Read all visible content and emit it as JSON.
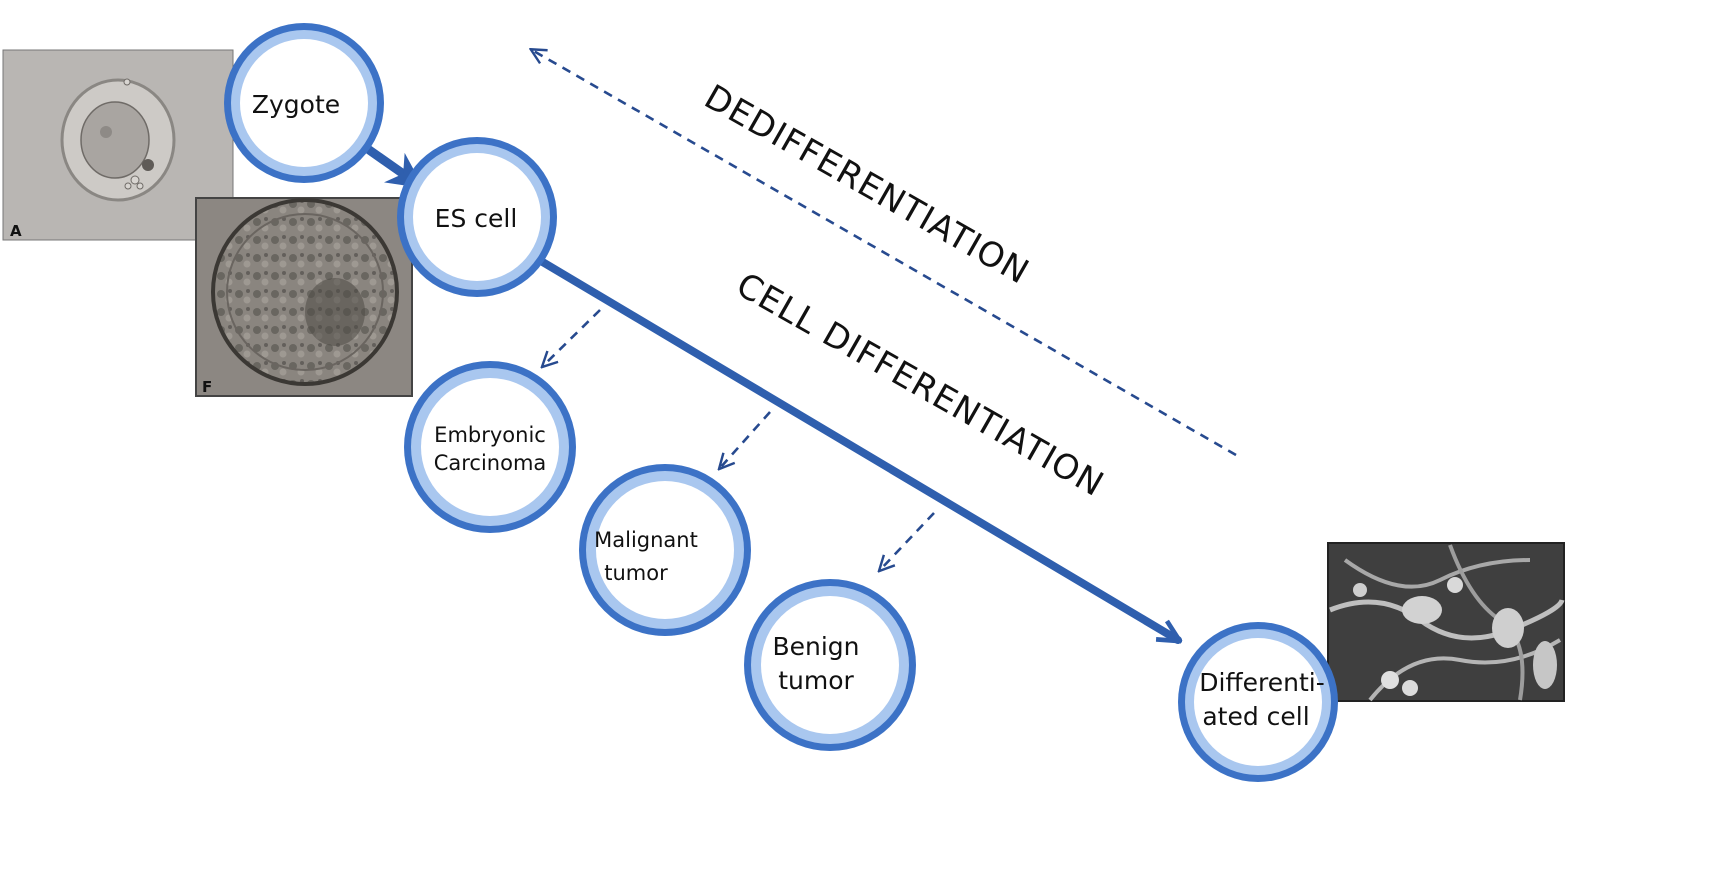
{
  "process_labels": {
    "dedifferentiation": "DEDIFFERENTIATION",
    "cell_differentiation": "CELL DIFFERENTIATION"
  },
  "nodes": {
    "zygote": [
      "Zygote"
    ],
    "es_cell": [
      "ES cell"
    ],
    "embryonic_carcinoma": [
      "Embryonic",
      "Carcinoma"
    ],
    "malignant_tumor": [
      "Malignant",
      "tumor"
    ],
    "benign_tumor": [
      "Benign",
      "tumor"
    ],
    "differentiated_cell": [
      "Differenti-",
      "ated cell"
    ]
  },
  "micrographs": {
    "zygote_panel_letter": "A",
    "blastocyst_panel_letter": "F"
  },
  "colors": {
    "ring_outer": "#3f76c9",
    "ring_inner": "#a9c7ef",
    "arrow": "#2f5fae",
    "dashed_arrow": "#274a8f"
  }
}
